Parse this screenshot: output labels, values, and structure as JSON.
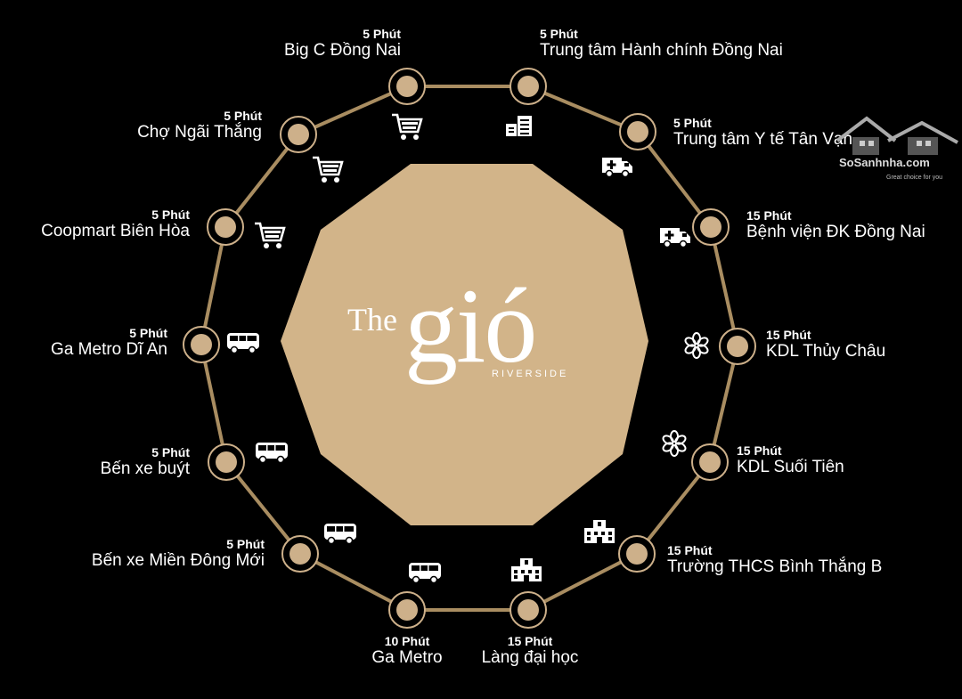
{
  "colors": {
    "ring": "#a98d61",
    "node": "#cdb08a",
    "center": "#d2b489",
    "background": "#000000"
  },
  "logo": {
    "the": "The",
    "gio": "gió",
    "riverside": "RIVERSIDE"
  },
  "watermark": {
    "brand": "SoSanhnha.com",
    "tagline": "Great choice for you"
  },
  "stops": [
    {
      "time": "5 Phút",
      "name": "Big C Đồng Nai",
      "icon": "cart-icon"
    },
    {
      "time": "5 Phút",
      "name": "Trung tâm Hành chính Đồng Nai",
      "icon": "building-icon"
    },
    {
      "time": "5 Phút",
      "name": "Trung tâm Y tế Tân Vạn",
      "icon": "ambulance-icon"
    },
    {
      "time": "15 Phút",
      "name": "Bệnh viện ĐK Đồng Nai",
      "icon": "ambulance-icon"
    },
    {
      "time": "15 Phút",
      "name": "KDL Thủy Châu",
      "icon": "flower-icon"
    },
    {
      "time": "15 Phút",
      "name": "KDL Suối Tiên",
      "icon": "flower-icon"
    },
    {
      "time": "15 Phút",
      "name": "Trường THCS Bình Thắng B",
      "icon": "school-icon"
    },
    {
      "time": "15 Phút",
      "name": "Làng đại học",
      "icon": "school-icon"
    },
    {
      "time": "10 Phút",
      "name": "Ga Metro",
      "icon": "bus-icon"
    },
    {
      "time": "5 Phút",
      "name": "Bến xe Miền Đông Mới",
      "icon": "bus-icon"
    },
    {
      "time": "5 Phút",
      "name": "Bến xe buýt",
      "icon": "bus-icon"
    },
    {
      "time": "5 Phút",
      "name": "Ga Metro Dĩ An",
      "icon": "bus-icon"
    },
    {
      "time": "5 Phút",
      "name": "Coopmart Biên Hòa",
      "icon": "cart-icon"
    },
    {
      "time": "5 Phút",
      "name": "Chợ Ngãi Thắng",
      "icon": "cart-icon"
    }
  ]
}
